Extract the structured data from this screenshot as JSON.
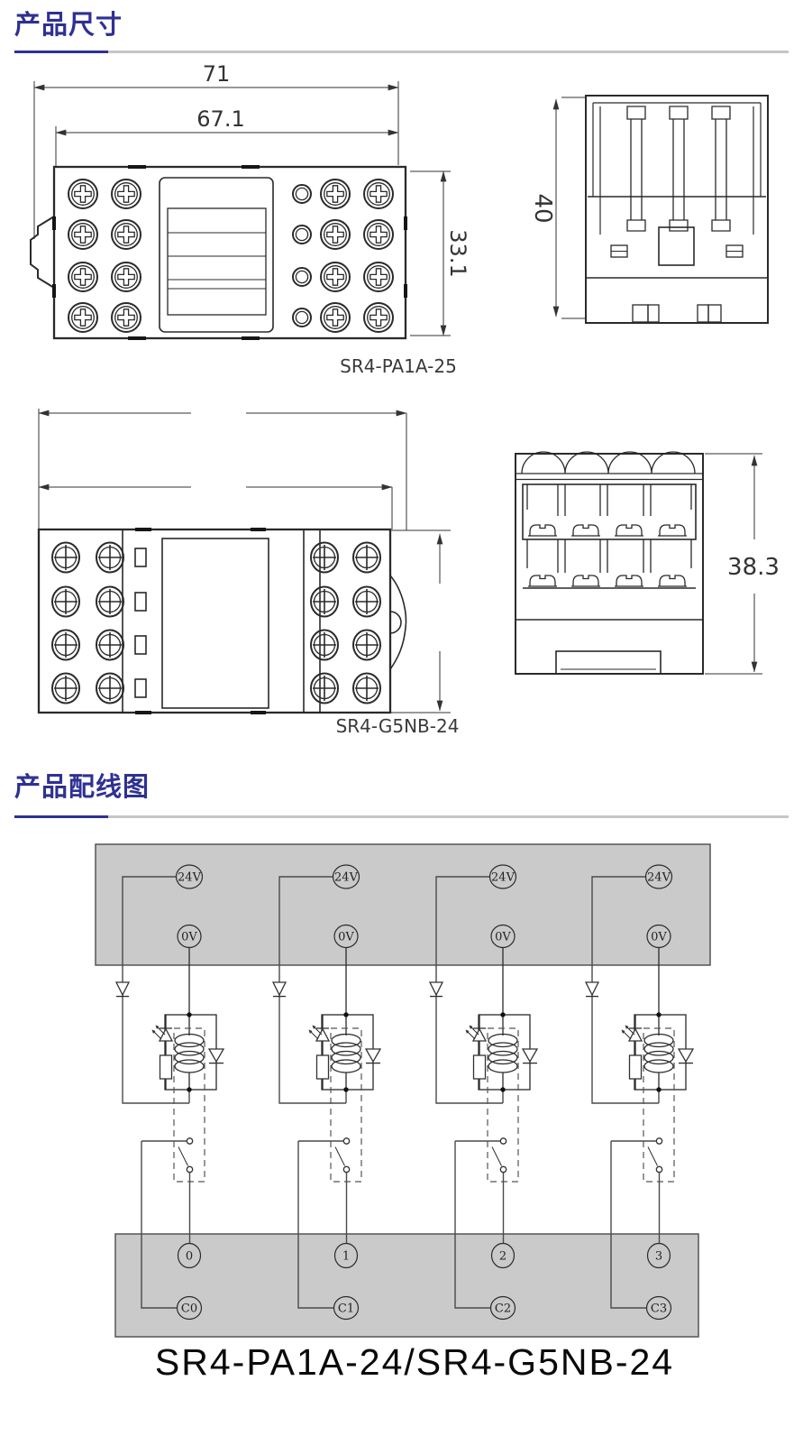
{
  "sections": {
    "dimensions_title": "产品尺寸",
    "wiring_title": "产品配线图"
  },
  "drawings": {
    "front_view": {
      "label": "SR4-PA1A-25",
      "overall_width": "71",
      "inner_width": "67.1",
      "height": "33.1"
    },
    "side_view": {
      "depth": "40"
    },
    "top_view": {
      "label": "SR4-G5NB-24"
    },
    "terminal_view": {
      "height": "38.3"
    }
  },
  "wiring": {
    "supply_positive": "24V",
    "supply_negative": "0V",
    "channels": [
      {
        "output": "0",
        "common": "C0"
      },
      {
        "output": "1",
        "common": "C1"
      },
      {
        "output": "2",
        "common": "C2"
      },
      {
        "output": "3",
        "common": "C3"
      }
    ],
    "caption": "SR4-PA1A-24/SR4-G5NB-24"
  },
  "colors": {
    "accent": "#2e3192",
    "rule_gray": "#c6c6c6",
    "panel_gray": "#cacaca",
    "line_dark": "#2a2a2a"
  }
}
